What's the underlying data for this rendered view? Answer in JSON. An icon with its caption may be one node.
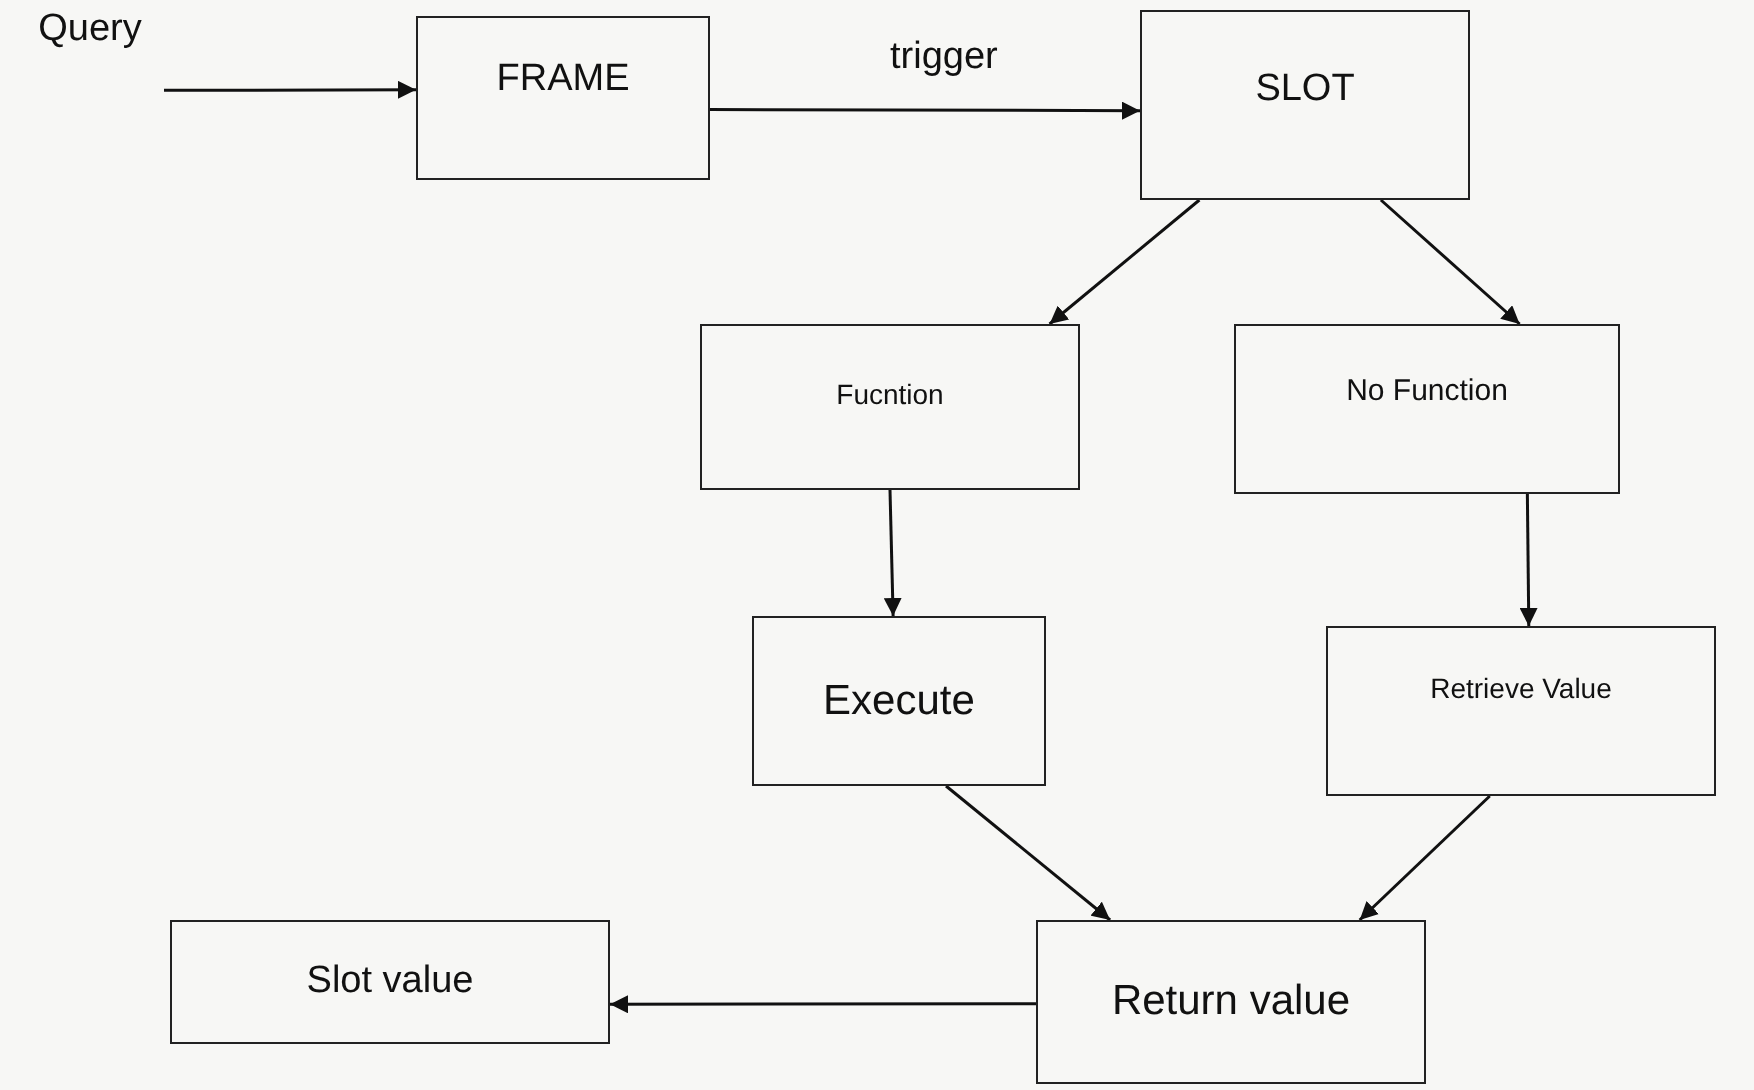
{
  "diagram": {
    "nodes": [
      {
        "text": [
          "Query"
        ]
      },
      {
        "text": [
          "FRAME"
        ]
      },
      {
        "text": [
          "SLOT"
        ]
      },
      {
        "text": [
          "Fucntion"
        ]
      },
      {
        "text": [
          "No Function"
        ]
      },
      {
        "text": [
          "Execute"
        ]
      },
      {
        "text": [
          "Retrieve Value"
        ]
      },
      {
        "text": [
          "Return value"
        ]
      },
      {
        "text": [
          "Slot value"
        ]
      }
    ],
    "edges": [
      {
        "from": 0,
        "to": 1,
        "arrow": "to"
      },
      {
        "from": 1,
        "to": 2,
        "arrow": "to",
        "label": "trigger"
      },
      {
        "from": 2,
        "to": 3,
        "arrow": "to"
      },
      {
        "from": 2,
        "to": 4,
        "arrow": "to"
      },
      {
        "from": 3,
        "to": 5,
        "arrow": "to"
      },
      {
        "from": 4,
        "to": 6,
        "arrow": "to"
      },
      {
        "from": 5,
        "to": 7,
        "arrow": "to"
      },
      {
        "from": 6,
        "to": 7,
        "arrow": "to"
      },
      {
        "from": 7,
        "to": 8,
        "arrow": "to"
      }
    ]
  }
}
